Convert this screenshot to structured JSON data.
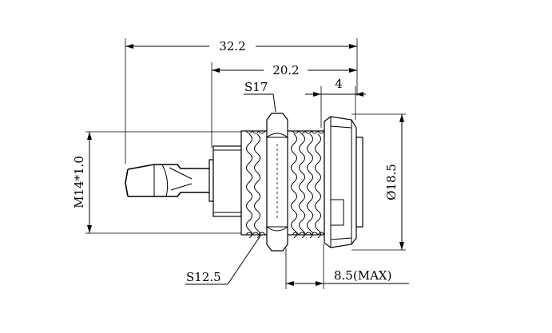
{
  "dimensions": {
    "overall_length": "32.2",
    "body_length": "20.2",
    "flange_width": "4",
    "hex_nut": "S17",
    "thread": "M14*1.0",
    "diameter": "Ø18.5",
    "hex_small": "S12.5",
    "max_length": "8.5(MAX)"
  },
  "colors": {
    "line": "#000000",
    "background": "#ffffff"
  }
}
